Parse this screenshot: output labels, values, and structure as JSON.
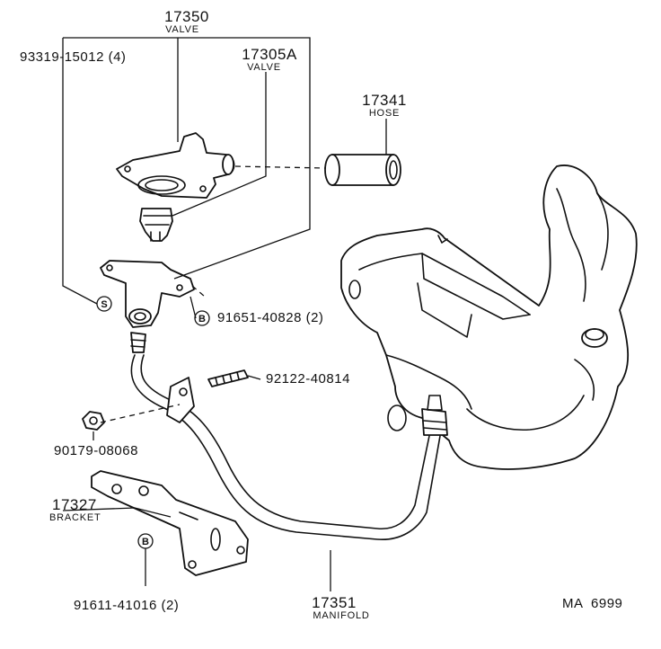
{
  "diagram": {
    "code": "MA  6999",
    "labels": {
      "valve_main": {
        "number": "17350",
        "name": "VALVE"
      },
      "valve_sub": {
        "number": "17305A",
        "name": "VALVE"
      },
      "hose": {
        "number": "17341",
        "name": "HOSE"
      },
      "bracket": {
        "number": "17327",
        "name": "BRACKET"
      },
      "manifold": {
        "number": "17351",
        "name": "MANIFOLD"
      },
      "bolt_valve": {
        "number": "93319-15012 (4)"
      },
      "bolt_b": {
        "number": "91651-40828 (2)"
      },
      "stud": {
        "number": "92122-40814"
      },
      "nut": {
        "number": "90179-08068"
      },
      "bolt_bracket": {
        "number": "91611-41016 (2)"
      }
    },
    "badges": {
      "s": "S",
      "b1": "B",
      "b2": "B"
    }
  }
}
